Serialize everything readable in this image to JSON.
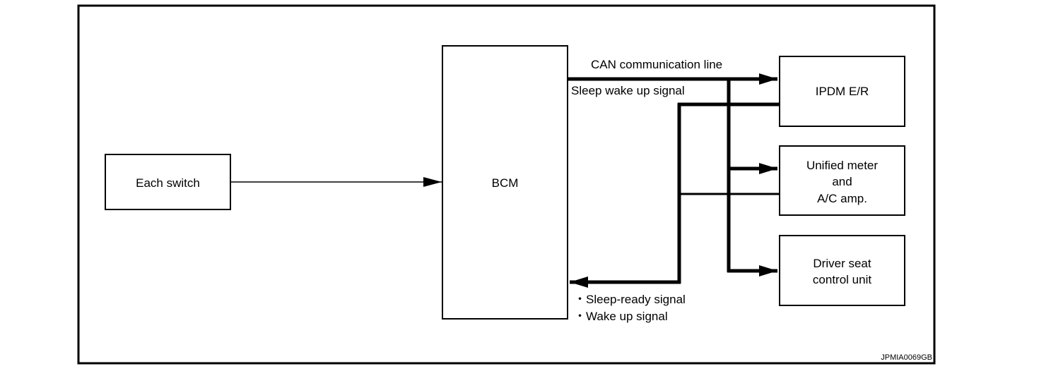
{
  "blocks": {
    "each_switch": "Each switch",
    "bcm": "BCM",
    "ipdm": "IPDM E/R",
    "meter": [
      "Unified meter",
      "and",
      "A/C amp."
    ],
    "driver_seat": [
      "Driver seat",
      "control unit"
    ]
  },
  "signals": {
    "can_line": "CAN communication line",
    "sleep_wake": "Sleep wake up signal",
    "bullet": "・",
    "sleep_ready": "Sleep-ready signal",
    "wake_up": "Wake up signal"
  },
  "figure_code": "JPMIA0069GB"
}
